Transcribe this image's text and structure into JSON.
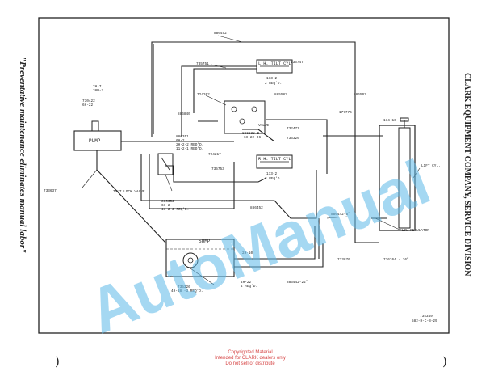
{
  "diagram": {
    "side_left": "\"Preventative maintenance eliminates manual labor\"",
    "side_right": "CLARK EQUIPMENT COMPANY, SERVICE DIVISION",
    "components": {
      "pump": "PUMP",
      "sump": "SUMP",
      "valve": "VALVE",
      "lh_tilt_cyl": "L.H. TILT CYL.",
      "rh_tilt_cyl": "R.H. TILT CYL.",
      "lift_cyl": "LIFT CYL.",
      "tilt_lock_valve": "TILT LOCK VALVE",
      "flow_regulator": "FLOW REGULATOR"
    },
    "part_numbers": {
      "p886452_top": "886452",
      "p735751": "735751",
      "p735747": "735747",
      "p886503_right": "886503",
      "p724202": "724202",
      "p886840": "886840",
      "p885582": "885582",
      "p732477": "732477",
      "p735326": "735326",
      "p724217": "724217",
      "p735753": "735753",
      "p886452_mid": "886452",
      "p173_top": "173-2",
      "p173_mid": "173-2",
      "req_top": "2 REQ'D.",
      "req_mid": "2 REQ'D.",
      "p886838": "886838-B",
      "p886838b": "6H-22-06",
      "p177776": "177776",
      "p174_16": "174-16",
      "p2h7a": "2H-7",
      "p2h7b": "38H-7",
      "p730422a": "730422",
      "p730422b": "6H-22",
      "p733637": "733637",
      "p886351a": "886351",
      "p886351b": "6H-2",
      "p886351c": "2H-2-2 REQ'D.",
      "p886351d": "11-2-1 REQ'D.",
      "p886352": "886352",
      "p886352b": "6H-2",
      "p886352c": "11-2-2 REQ'D.",
      "p886442": "886442-6\"",
      "p733870": "733870",
      "p2h10": "2H-10",
      "p4h22a": "4H-22",
      "p4h22b": "4 REQ'D.",
      "p886442_b": "886442-22\"",
      "p735326_b": "735326",
      "p735326_c": "4H-28 -3 REQ'D.",
      "p736264": "736264 - 36\""
    },
    "footer_code": "734349",
    "footer_code2": "582-H-C-B-29"
  },
  "watermark": "AutoManual",
  "copyright": {
    "line1": "Copyrighted Material",
    "line2": "Intended for CLARK dealers only",
    "line3": "Do not sell or distribute"
  },
  "colors": {
    "ink": "#222222",
    "watermark": "#5bb8e8",
    "copyright": "#d64545"
  }
}
